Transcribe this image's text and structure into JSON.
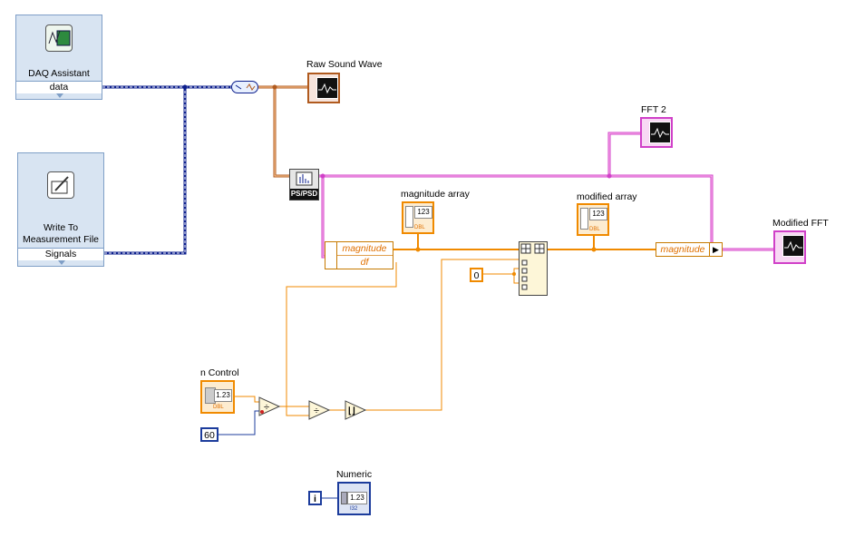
{
  "daq": {
    "name": "DAQ Assistant",
    "terminal": "data"
  },
  "write": {
    "name_line1": "Write To",
    "name_line2": "Measurement File",
    "terminal": "Signals"
  },
  "indicators": {
    "raw_sound_wave": "Raw Sound Wave",
    "fft2": "FFT 2",
    "magnitude_array": "magnitude array",
    "modified_array": "modified array",
    "modified_fft": "Modified FFT",
    "n_control": "n Control",
    "numeric": "Numeric"
  },
  "nodes": {
    "ps_psd": "PS/PSD",
    "unbundle_magnitude": "magnitude",
    "unbundle_df": "df",
    "bundle_magnitude": "magnitude"
  },
  "constants": {
    "zero": "0",
    "sixty": "60",
    "iteration": "i"
  },
  "glyphs": {
    "dbl": "DBL",
    "num123": "1.23",
    "i32": "I32",
    "num123_array": "123"
  },
  "colors": {
    "signal_wire": "#0b1e8c",
    "dynamic_wire": "#b05a1e",
    "cluster_wire": "#d040c8",
    "dbl_wire": "#f08a00",
    "i32_wire": "#1c3c9c"
  }
}
